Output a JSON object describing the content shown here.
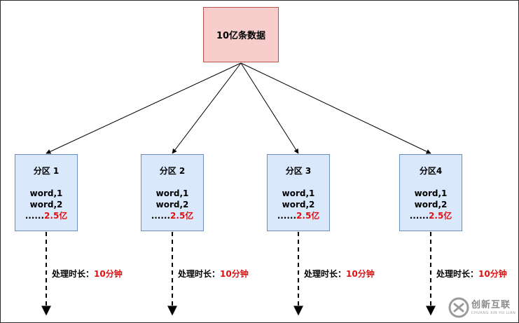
{
  "root": {
    "label": "10亿条数据"
  },
  "partitions": [
    {
      "title": "分区 1",
      "line1": "word,1",
      "line2": "word,2",
      "dots": "......",
      "amount": "2.5亿"
    },
    {
      "title": "分区 2",
      "line1": "word,1",
      "line2": "word,2",
      "dots": "......",
      "amount": "2.5亿"
    },
    {
      "title": "分区 3",
      "line1": "word,1",
      "line2": "word,2",
      "dots": "......",
      "amount": "2.5亿"
    },
    {
      "title": "分区4",
      "line1": "word,1",
      "line2": "word,2",
      "dots": "......",
      "amount": "2.5亿"
    }
  ],
  "time_label": {
    "prefix": "处理时长：",
    "value": "10分钟"
  },
  "watermark": {
    "cn": "创新互联",
    "en": "CHUANG XIN HU LIAN",
    "icon": "chuangxin-logo-icon"
  },
  "colors": {
    "root_fill": "#f8cecc",
    "root_stroke": "#b85450",
    "partition_fill": "#dae8fc",
    "partition_stroke": "#6c8ebf",
    "highlight": "#e01010"
  }
}
